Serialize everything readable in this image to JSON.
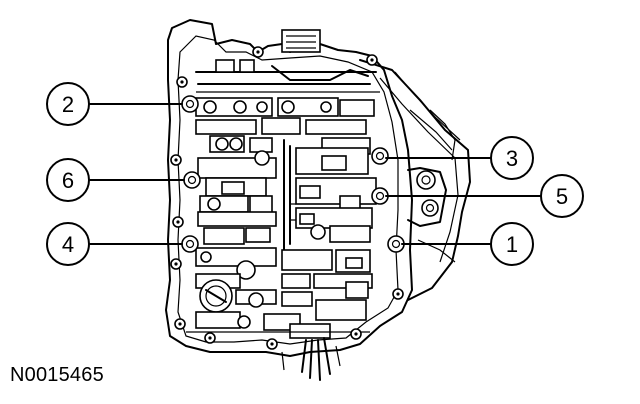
{
  "figure_id": "N0015465",
  "callouts": [
    {
      "label": "2"
    },
    {
      "label": "6"
    },
    {
      "label": "4"
    },
    {
      "label": "3"
    },
    {
      "label": "5"
    },
    {
      "label": "1"
    }
  ]
}
